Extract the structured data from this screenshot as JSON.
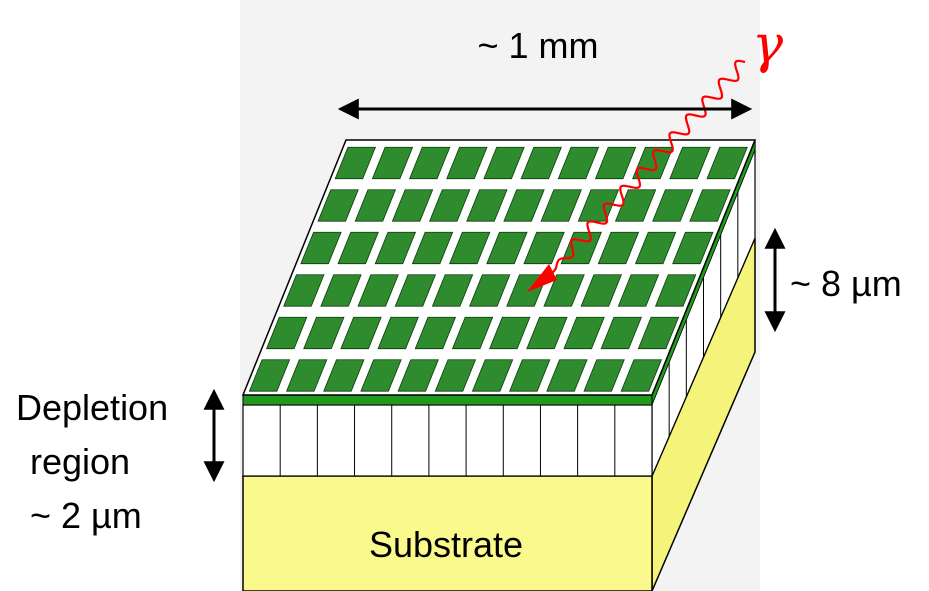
{
  "labels": {
    "width": "~ 1 mm",
    "gamma": "γ",
    "pixel_height": "~ 8 µm",
    "depletion_line1": "Depletion",
    "depletion_line2": "region",
    "depletion_line3": "~ 2 µm",
    "substrate": "Substrate"
  },
  "pixel_grid": {
    "rows": 6,
    "cols": 11
  },
  "colors": {
    "pixel_green": "#2e8b2e",
    "top_green": "#1f9a1f",
    "substrate_yellow": "#fafa8c",
    "photon_red": "#ff0000",
    "outline": "#000000",
    "background_shade": "#f3f3f3"
  }
}
